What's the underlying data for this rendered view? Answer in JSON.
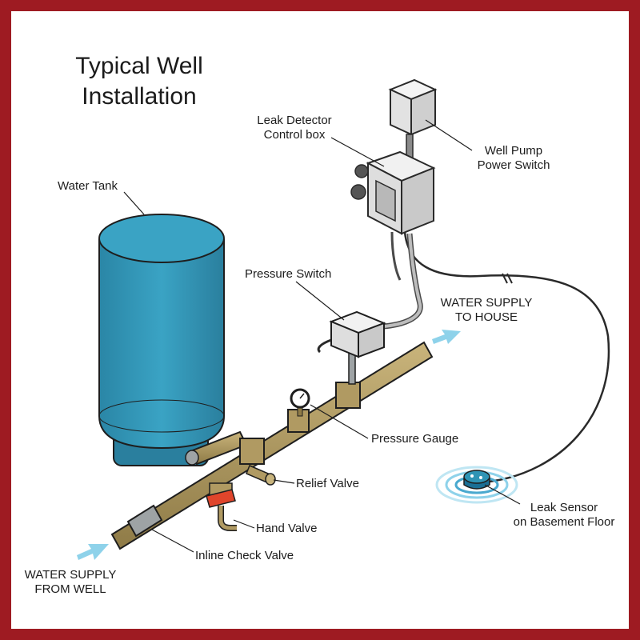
{
  "title": {
    "line1": "Typical Well",
    "line2": "Installation"
  },
  "labels": {
    "water_tank": "Water Tank",
    "leak_detector": {
      "line1": "Leak Detector",
      "line2": "Control box"
    },
    "well_pump": {
      "line1": "Well Pump",
      "line2": "Power Switch"
    },
    "pressure_switch": "Pressure Switch",
    "supply_house": {
      "line1": "WATER SUPPLY",
      "line2": "TO HOUSE"
    },
    "pressure_gauge": "Pressure Gauge",
    "relief_valve": "Relief Valve",
    "hand_valve": "Hand Valve",
    "inline_check_valve": "Inline Check Valve",
    "supply_well": {
      "line1": "WATER SUPPLY",
      "line2": "FROM WELL"
    },
    "leak_sensor": {
      "line1": "Leak Sensor",
      "line2": "on Basement Floor"
    }
  },
  "colors": {
    "frame": "#9e1b22",
    "tank": "#2f94b5",
    "tank_shadow": "#2a7f9e",
    "pipe": "#b09a62",
    "pipe_shadow": "#8f7b47",
    "box": "#e5e5e5",
    "arrow": "#8ed2ea",
    "handle": "#e0452b",
    "sensor_ring": "#bfe6f3"
  }
}
